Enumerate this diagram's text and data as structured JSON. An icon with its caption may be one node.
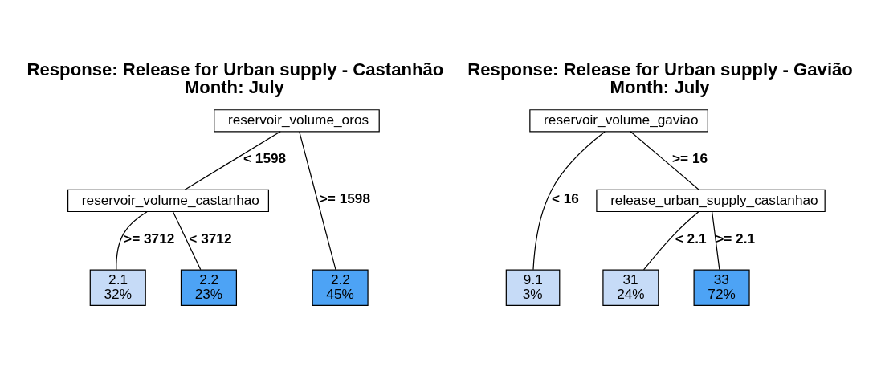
{
  "diagram": {
    "nodes": [
      {
        "text": [
          "reservoir_volume_oros"
        ]
      },
      {
        "text": [
          "reservoir_volume_castanhao"
        ]
      },
      {
        "text": [
          "2.1",
          "32%"
        ]
      },
      {
        "text": [
          "2.2",
          "23%"
        ]
      },
      {
        "text": [
          "2.2",
          "45%"
        ]
      },
      {
        "text": [
          "reservoir_volume_gaviao"
        ]
      },
      {
        "text": [
          "9.1",
          "3%"
        ]
      },
      {
        "text": [
          "release_urban_supply_castanhao"
        ]
      },
      {
        "text": [
          "31",
          "24%"
        ]
      },
      {
        "text": [
          "33",
          "72%"
        ]
      }
    ],
    "edges": [
      {
        "from": 0,
        "to": 1,
        "arrow": "none",
        "label": "< 1598"
      },
      {
        "from": 0,
        "to": 4,
        "arrow": "none",
        "label": ">= 1598"
      },
      {
        "from": 1,
        "to": 2,
        "arrow": "none",
        "label": ">= 3712"
      },
      {
        "from": 1,
        "to": 3,
        "arrow": "none",
        "label": "< 3712"
      },
      {
        "from": 5,
        "to": 6,
        "arrow": "none",
        "label": "< 16"
      },
      {
        "from": 5,
        "to": 7,
        "arrow": "none",
        "label": ">= 16"
      },
      {
        "from": 7,
        "to": 8,
        "arrow": "none",
        "label": "< 2.1"
      },
      {
        "from": 7,
        "to": 9,
        "arrow": "none",
        "label": ">= 2.1"
      }
    ],
    "labels": [
      "Response: Release for Urban supply - Castanhão",
      "Month: July",
      "Response: Release for Urban supply - Gavião",
      "Month: July"
    ]
  }
}
